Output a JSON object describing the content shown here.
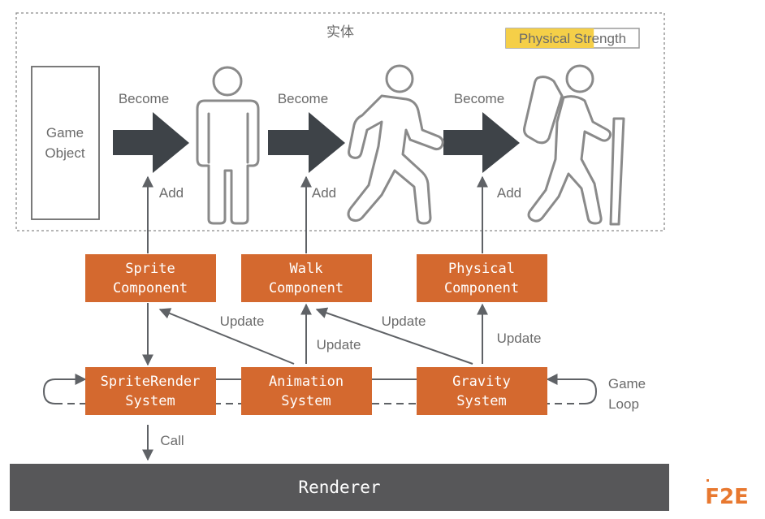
{
  "entity_title": "实体",
  "badge": {
    "text": "Physical Strength",
    "highlight_color": "#f5cf48",
    "fill_fraction": 0.66
  },
  "game_object": {
    "line1": "Game",
    "line2": "Object"
  },
  "arrows": {
    "become_1": "Become",
    "become_2": "Become",
    "become_3": "Become"
  },
  "add_labels": {
    "add_1": "Add",
    "add_2": "Add",
    "add_3": "Add"
  },
  "components": {
    "sprite": {
      "line1": "Sprite",
      "line2": "Component"
    },
    "walk": {
      "line1": "Walk",
      "line2": "Component"
    },
    "physical": {
      "line1": "Physical",
      "line2": "Component"
    }
  },
  "systems": {
    "sprite_render": {
      "line1": "SpriteRender",
      "line2": "System"
    },
    "animation": {
      "line1": "Animation",
      "line2": "System"
    },
    "gravity": {
      "line1": "Gravity",
      "line2": "System"
    }
  },
  "update_labels": {
    "update_1": "Update",
    "update_2": "Update",
    "update_3": "Update",
    "update_4": "Update"
  },
  "game_loop": {
    "line1": "Game",
    "line2": "Loop"
  },
  "call_label": "Call",
  "renderer": {
    "label": "Renderer"
  },
  "logo": {
    "text": "F2E"
  },
  "colors": {
    "box": "#d4692f",
    "renderer": "#575759",
    "arrow": "#3e4348",
    "text": "#6b6b6b",
    "logo": "#e8782f"
  },
  "icons": [
    "arrow-right-icon",
    "person-standing-icon",
    "person-walking-icon",
    "hiker-icon",
    "loop-arrow-icon"
  ]
}
